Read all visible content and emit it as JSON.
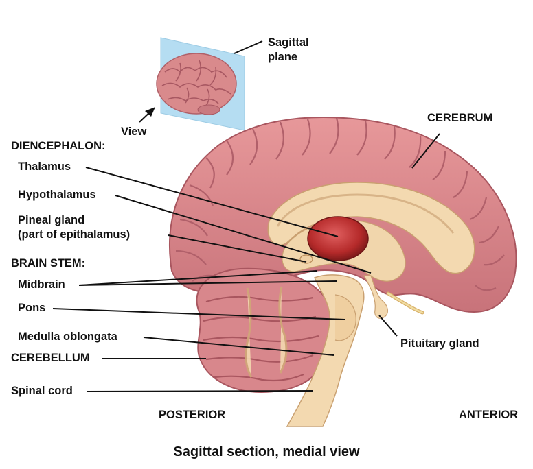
{
  "caption": "Sagittal section, medial view",
  "inset": {
    "plane_label_1": "Sagittal",
    "plane_label_2": "plane",
    "view_label": "View"
  },
  "headings": {
    "diencephalon": "DIENCEPHALON:",
    "brain_stem": "BRAIN STEM:"
  },
  "labels": {
    "cerebrum": "CEREBRUM",
    "thalamus": "Thalamus",
    "hypothalamus": "Hypothalamus",
    "pineal_1": "Pineal gland",
    "pineal_2": "(part of epithalamus)",
    "midbrain": "Midbrain",
    "pons": "Pons",
    "medulla": "Medulla oblongata",
    "cerebellum": "CEREBELLUM",
    "spinal_cord": "Spinal cord",
    "pituitary": "Pituitary gland"
  },
  "orientation": {
    "posterior": "POSTERIOR",
    "anterior": "ANTERIOR"
  },
  "colors": {
    "cortex": "#d9868a",
    "cortex_dark": "#b65c64",
    "white_matter": "#f3d9b0",
    "thalamus": "#b52a2a",
    "plane": "#a9d8f0"
  }
}
